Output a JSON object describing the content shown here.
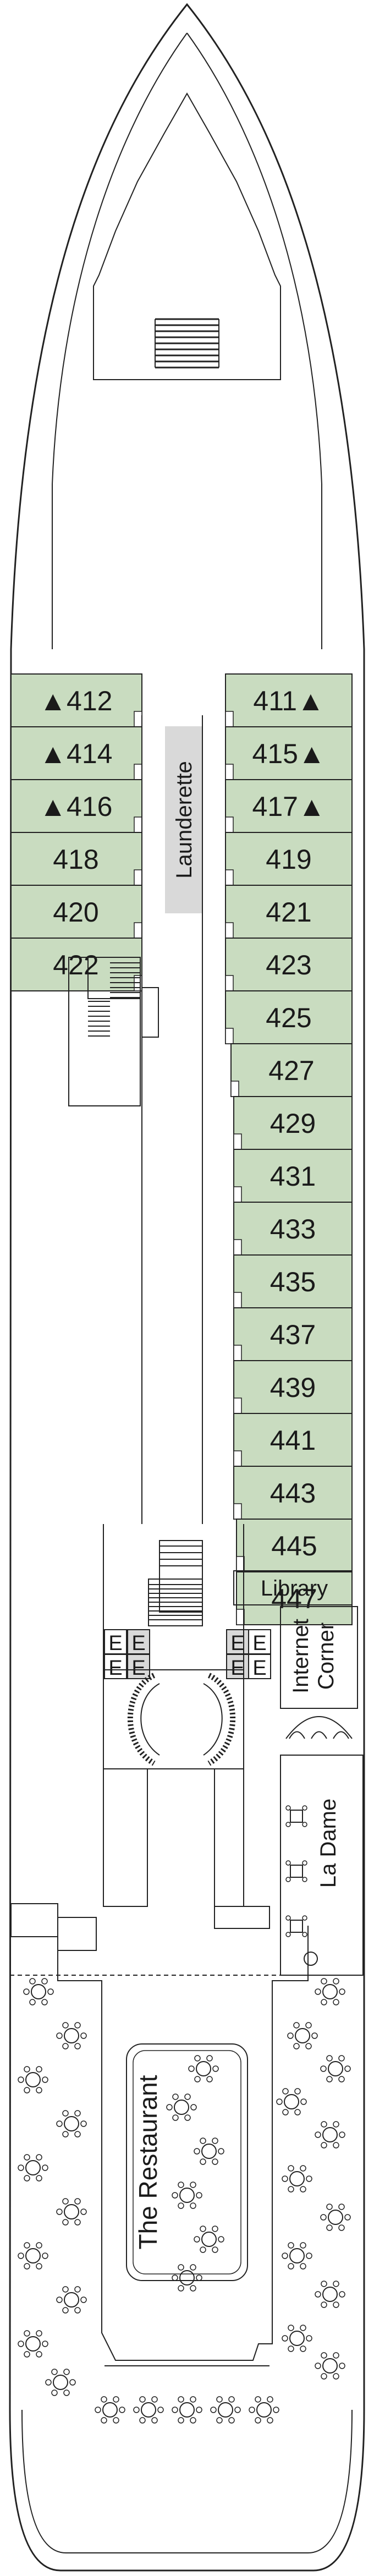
{
  "colors": {
    "cabin_fill": "#c9dcc0",
    "outline": "#222222",
    "launderette_fill": "#d9d9d9",
    "elevator_fill": "#d9d9d9",
    "background": "#ffffff"
  },
  "cabins": {
    "port": [
      {
        "number": "412",
        "accessible": true
      },
      {
        "number": "414",
        "accessible": true
      },
      {
        "number": "416",
        "accessible": true
      },
      {
        "number": "418",
        "accessible": false
      },
      {
        "number": "420",
        "accessible": false
      },
      {
        "number": "422",
        "accessible": false
      }
    ],
    "starboard": [
      {
        "number": "411",
        "accessible": true
      },
      {
        "number": "415",
        "accessible": true
      },
      {
        "number": "417",
        "accessible": true
      },
      {
        "number": "419",
        "accessible": false
      },
      {
        "number": "421",
        "accessible": false
      },
      {
        "number": "423",
        "accessible": false
      },
      {
        "number": "425",
        "accessible": false
      },
      {
        "number": "427",
        "accessible": false
      },
      {
        "number": "429",
        "accessible": false
      },
      {
        "number": "431",
        "accessible": false
      },
      {
        "number": "433",
        "accessible": false
      },
      {
        "number": "435",
        "accessible": false
      },
      {
        "number": "437",
        "accessible": false
      },
      {
        "number": "439",
        "accessible": false
      },
      {
        "number": "441",
        "accessible": false
      },
      {
        "number": "443",
        "accessible": false
      },
      {
        "number": "445",
        "accessible": false
      },
      {
        "number": "447",
        "accessible": false
      }
    ]
  },
  "accessible_symbol": "▲",
  "venues": {
    "launderette": "Launderette",
    "library": "Library",
    "internet_corner_line1": "Internet",
    "internet_corner_line2": "Corner",
    "la_dame": "La Dame",
    "the_restaurant": "The Restaurant"
  },
  "elevator_label": "E"
}
